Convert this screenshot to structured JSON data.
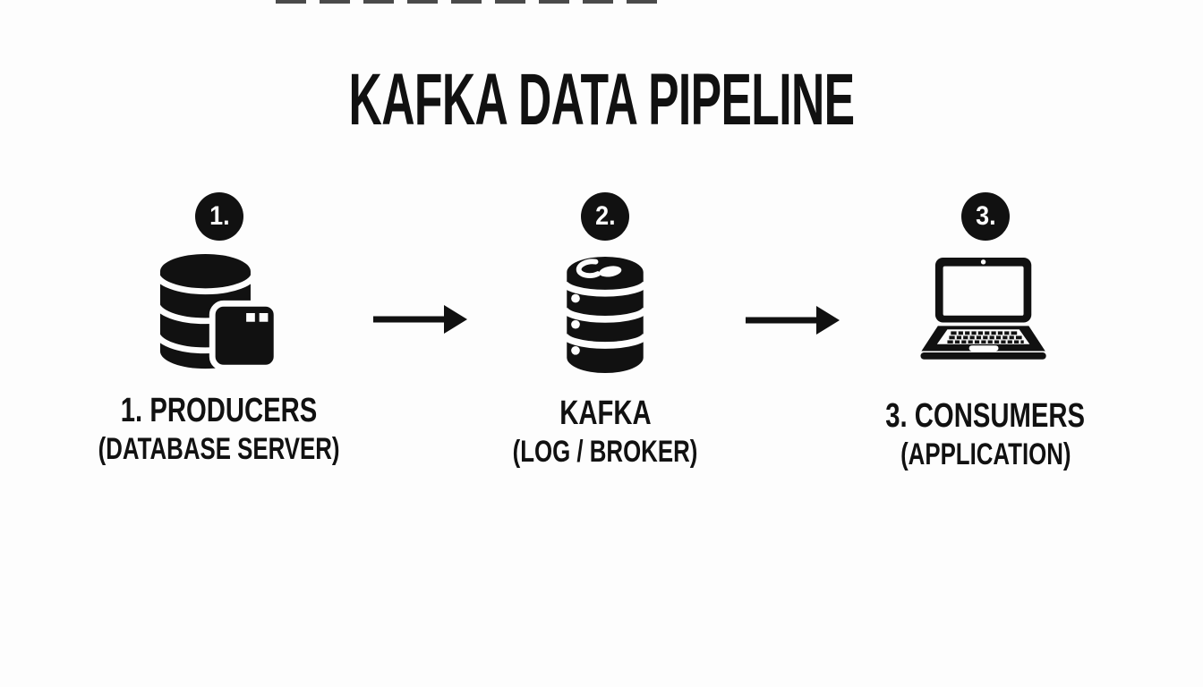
{
  "title": "KAFKA DATA PIPELINE",
  "colors": {
    "ink": "#111111",
    "background": "#fdfdfd"
  },
  "stages": [
    {
      "badge": "1.",
      "icon": "database-icon",
      "label": "1. PRODUCERS",
      "sublabel": "(DATABASE SERVER)"
    },
    {
      "badge": "2.",
      "icon": "kafka-broker-icon",
      "label": "KAFKA",
      "sublabel": "(LOG / BROKER)"
    },
    {
      "badge": "3.",
      "icon": "laptop-icon",
      "label": "3. CONSUMERS",
      "sublabel": "(APPLICATION)"
    }
  ],
  "arrows": [
    {
      "name": "arrow-producers-to-kafka",
      "direction": "right"
    },
    {
      "name": "arrow-kafka-to-consumers",
      "direction": "right"
    }
  ]
}
